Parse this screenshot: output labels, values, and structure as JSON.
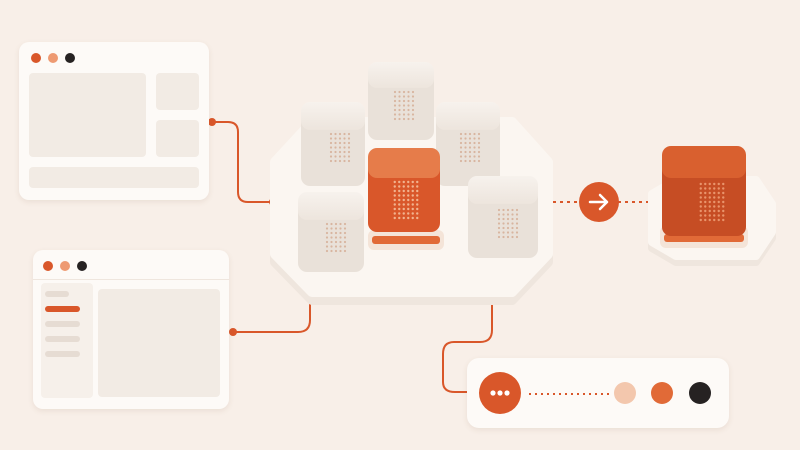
{
  "colors": {
    "background": "#f8efe8",
    "card": "#fdfaf7",
    "accent": "#d9572a",
    "accent_dark": "#c24a22",
    "peach": "#f3c7ad",
    "orange": "#e16a37",
    "black": "#262222",
    "cube_light": "#efe8e1",
    "platform": "#fbf6f1"
  },
  "window_controls": [
    "close-dot",
    "minimize-dot",
    "maximize-dot"
  ],
  "icons": {
    "arrow": "arrow-right-icon",
    "more": "ellipsis-icon"
  },
  "bottom_card": {
    "status_chips": [
      "peach",
      "orange",
      "black"
    ]
  }
}
